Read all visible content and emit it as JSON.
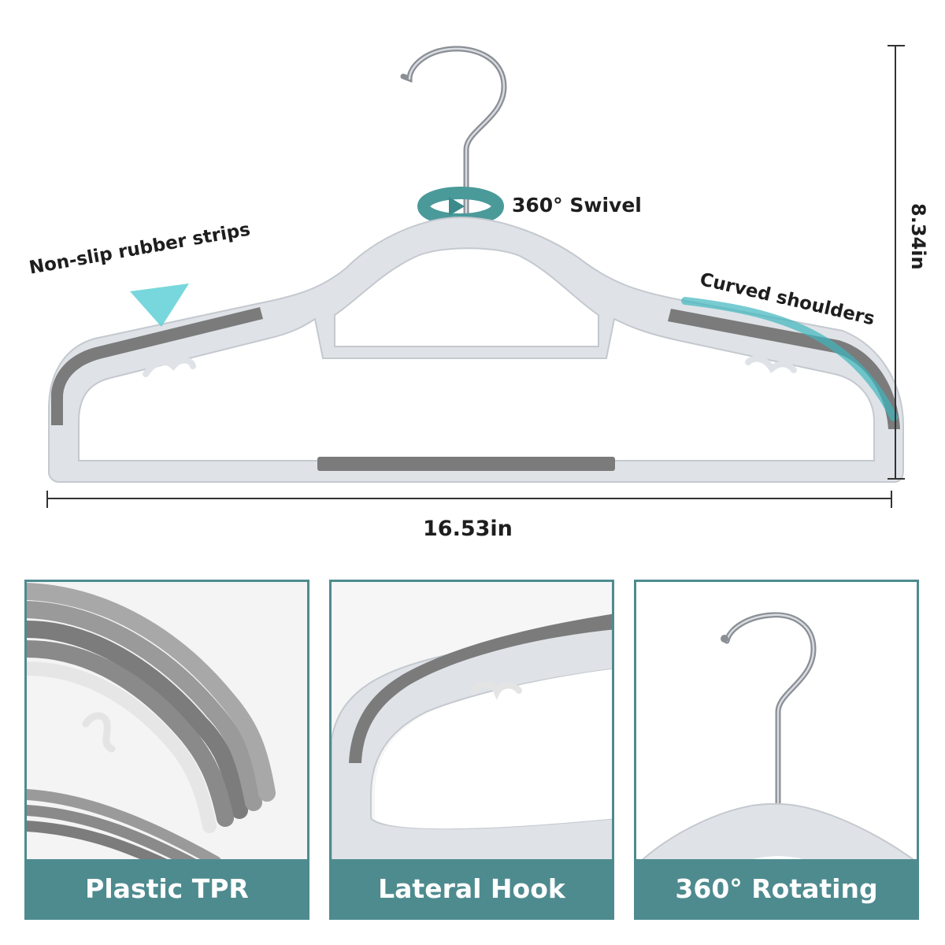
{
  "annotations": {
    "swivel": "360° Swivel",
    "nonslip": "Non-slip rubber strips",
    "curved": "Curved shoulders",
    "width": "16.53in",
    "height": "8.34in"
  },
  "panels": [
    {
      "caption": "Plastic TPR"
    },
    {
      "caption": "Lateral Hook"
    },
    {
      "caption": "360° Rotating"
    }
  ],
  "colors": {
    "accent": "#4e8b8f",
    "hanger_body": "#dfe3e8",
    "rubber": "#7b7b7b",
    "swivel_arrow": "#4a9a9a"
  }
}
